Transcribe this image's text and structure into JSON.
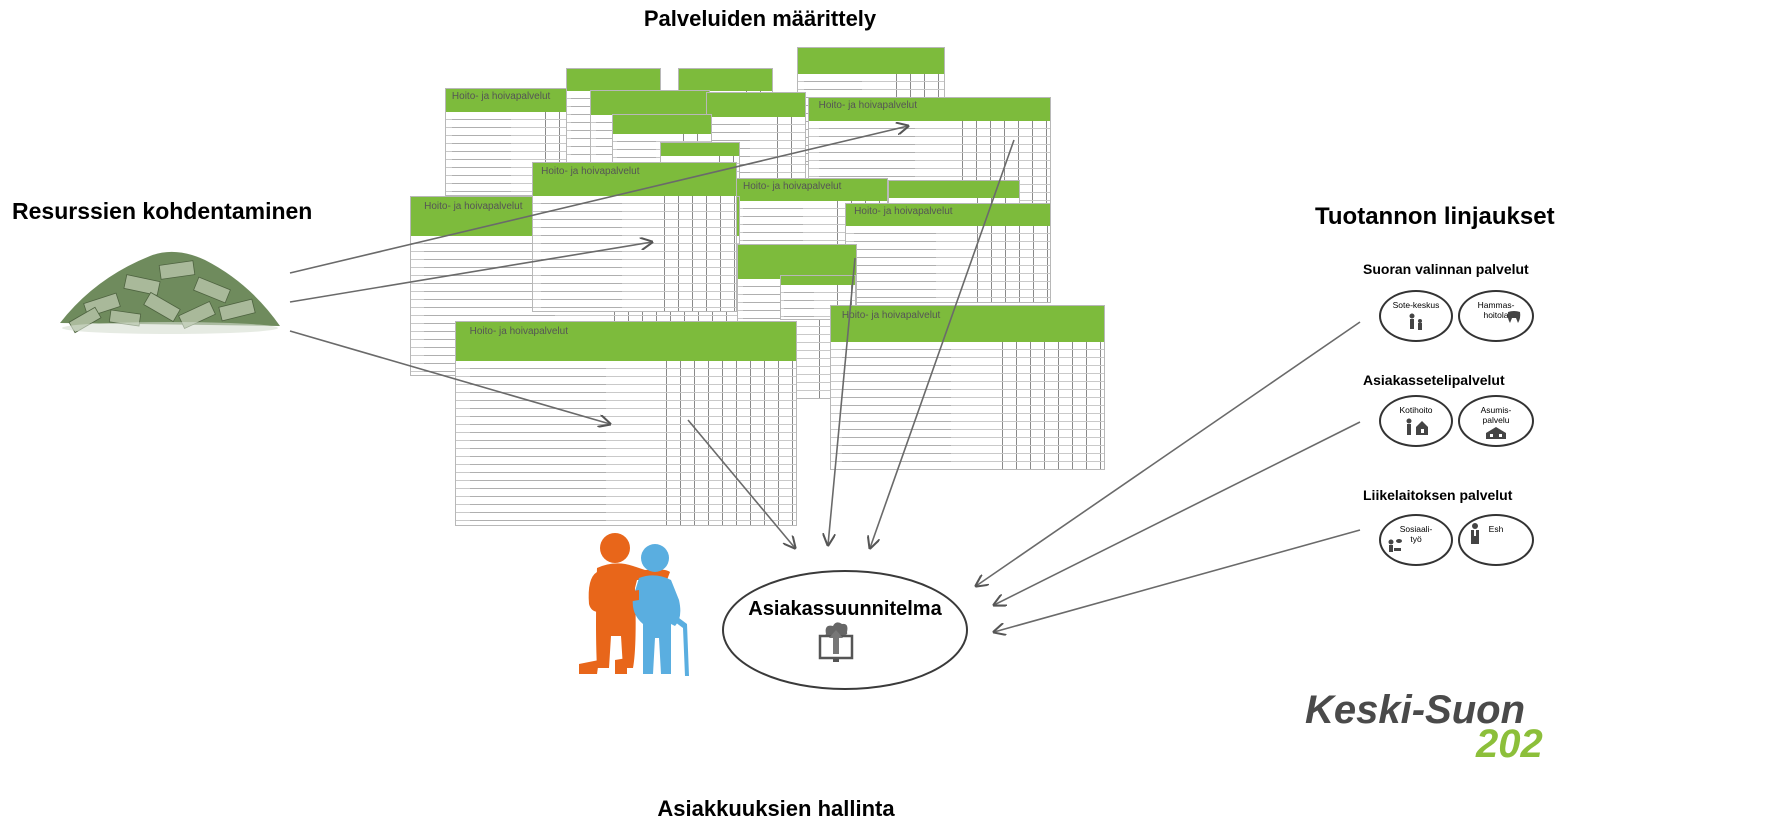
{
  "titles": {
    "top": "Palveluiden määrittely",
    "left": "Resurssien kohdentaminen",
    "right": "Tuotannon linjaukset",
    "bottom": "Asiakkuuksien hallinta"
  },
  "center_label": "Asiakassuunnitelma",
  "sheet_header": "Hoito- ja hoivapalvelut",
  "groups": [
    {
      "title": "Suoran valinnan palvelut",
      "ovals": [
        "Sote-keskus",
        "Hammas-\nhoitola"
      ]
    },
    {
      "title": "Asiakassetelipalvelut",
      "ovals": [
        "Kotihoito",
        "Asumis-\npalvelu"
      ]
    },
    {
      "title": "Liikelaitoksen palvelut",
      "ovals": [
        "Sosiaali-\ntyö",
        "Esh"
      ]
    }
  ],
  "logo": {
    "line1": "Keski-Suon",
    "line2": "202"
  },
  "colors": {
    "green": "#7dbb3c",
    "orange": "#e8661a",
    "blue": "#5aaee0",
    "logo_green": "#8cbf3a"
  },
  "icons": [
    "money-pile-icon",
    "elderly-couple-icon",
    "cloud-upload-icon"
  ]
}
